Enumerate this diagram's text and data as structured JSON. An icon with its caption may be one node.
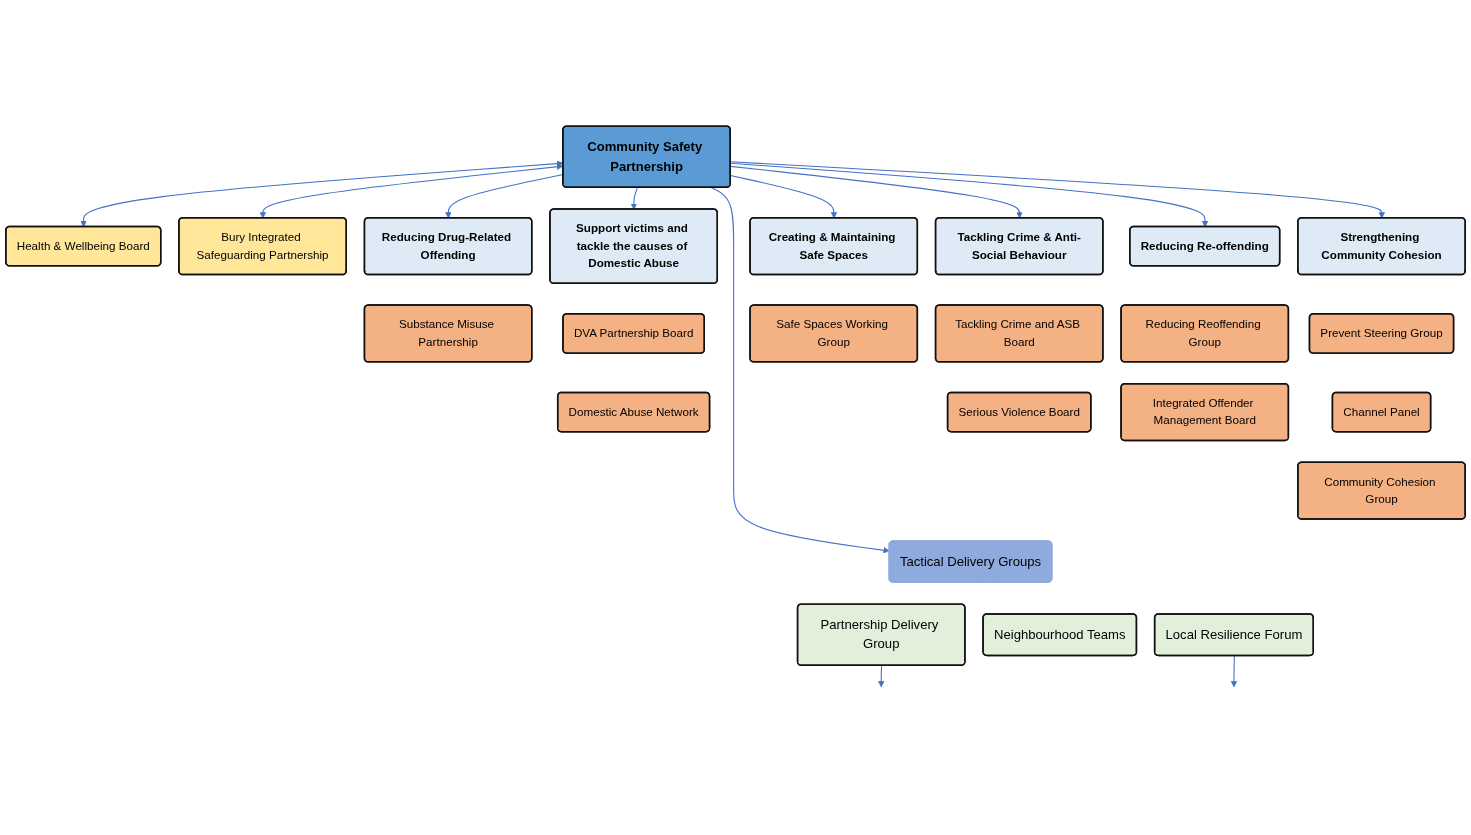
{
  "diagram": {
    "nodes": [
      {
        "text": [
          "Community Safety Partnership"
        ]
      },
      {
        "text": [
          "Health & Wellbeing Board"
        ]
      },
      {
        "text": [
          "Bury Integrated Safeguarding Partnership"
        ]
      },
      {
        "text": [
          "Reducing Drug-Related Offending"
        ]
      },
      {
        "text": [
          "Support victims and tackle the causes of Domestic Abuse"
        ]
      },
      {
        "text": [
          "Strengthening Community Cohesion"
        ]
      },
      {
        "text": [
          "Creating & Maintaining Safe Spaces"
        ]
      },
      {
        "text": [
          "Tackling Crime & Anti-Social Behaviour"
        ]
      },
      {
        "text": [
          "Reducing Re-offending"
        ]
      },
      {
        "text": [
          "Substance Misuse Partnership"
        ]
      },
      {
        "text": [
          "DVA Partnership Board"
        ]
      },
      {
        "text": [
          "Domestic Abuse Network"
        ]
      },
      {
        "text": [
          "Prevent Steering Group"
        ]
      },
      {
        "text": [
          "Channel Panel"
        ]
      },
      {
        "text": [
          "Community Cohesion Group"
        ]
      },
      {
        "text": [
          "Safe Spaces Working Group"
        ]
      },
      {
        "text": [
          "Tackling Crime and ASB Board"
        ]
      },
      {
        "text": [
          "Serious Violence Board"
        ]
      },
      {
        "text": [
          "Reducing Reoffending Group"
        ]
      },
      {
        "text": [
          "Integrated Offender Management Board"
        ]
      },
      {
        "text": [
          "Tactical Delivery Groups"
        ]
      },
      {
        "text": [
          "Partnership Delivery Group"
        ]
      },
      {
        "text": [
          "Neighbourhood Teams"
        ]
      },
      {
        "text": [
          "Local Resilience Forum"
        ]
      }
    ],
    "edges": [
      {
        "from": 0,
        "to": 1,
        "arrow": "both"
      },
      {
        "from": 0,
        "to": 2,
        "arrow": "both"
      },
      {
        "from": 0,
        "to": 3,
        "arrow": "to"
      },
      {
        "from": 0,
        "to": 4,
        "arrow": "to"
      },
      {
        "from": 0,
        "to": 5,
        "arrow": "to"
      },
      {
        "from": 0,
        "to": 6,
        "arrow": "to"
      },
      {
        "from": 0,
        "to": 7,
        "arrow": "to"
      },
      {
        "from": 0,
        "to": 8,
        "arrow": "to"
      },
      {
        "from": 0,
        "to": 20,
        "arrow": "to"
      },
      {
        "from": 21,
        "to": null,
        "arrow": "to"
      },
      {
        "from": 23,
        "to": null,
        "arrow": "to"
      }
    ]
  }
}
